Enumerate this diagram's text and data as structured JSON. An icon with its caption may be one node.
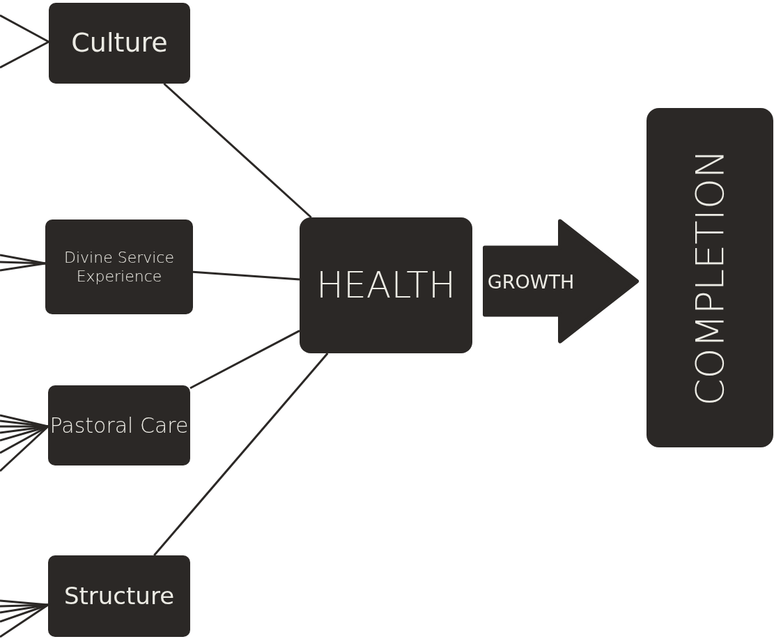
{
  "diagram": {
    "nodes": [
      {
        "text": [
          "Culture"
        ]
      },
      {
        "text": [
          "Divine Service Experience"
        ]
      },
      {
        "text": [
          "Pastoral Care"
        ]
      },
      {
        "text": [
          "Structure"
        ]
      },
      {
        "text": [
          "HEALTH"
        ]
      },
      {
        "text": [
          "COMPLETION"
        ]
      }
    ],
    "edges": [
      {
        "from": null,
        "to": 0,
        "arrow": "none"
      },
      {
        "from": null,
        "to": 0,
        "arrow": "none"
      },
      {
        "from": 0,
        "to": 4,
        "arrow": "none"
      },
      {
        "from": null,
        "to": 1,
        "arrow": "none"
      },
      {
        "from": null,
        "to": 1,
        "arrow": "none"
      },
      {
        "from": null,
        "to": 1,
        "arrow": "none"
      },
      {
        "from": 1,
        "to": 4,
        "arrow": "none"
      },
      {
        "from": null,
        "to": 2,
        "arrow": "none"
      },
      {
        "from": null,
        "to": 2,
        "arrow": "none"
      },
      {
        "from": null,
        "to": 2,
        "arrow": "none"
      },
      {
        "from": null,
        "to": 2,
        "arrow": "none"
      },
      {
        "from": null,
        "to": 2,
        "arrow": "none"
      },
      {
        "from": null,
        "to": 2,
        "arrow": "none"
      },
      {
        "from": null,
        "to": 2,
        "arrow": "none"
      },
      {
        "from": 2,
        "to": 4,
        "arrow": "none"
      },
      {
        "from": null,
        "to": 3,
        "arrow": "none"
      },
      {
        "from": null,
        "to": 3,
        "arrow": "none"
      },
      {
        "from": null,
        "to": 3,
        "arrow": "none"
      },
      {
        "from": null,
        "to": 3,
        "arrow": "none"
      },
      {
        "from": null,
        "to": 3,
        "arrow": "none"
      },
      {
        "from": 3,
        "to": 4,
        "arrow": "none"
      },
      {
        "from": 4,
        "to": 5,
        "arrow": "to",
        "style": "thick",
        "label": "GROWTH"
      }
    ]
  }
}
